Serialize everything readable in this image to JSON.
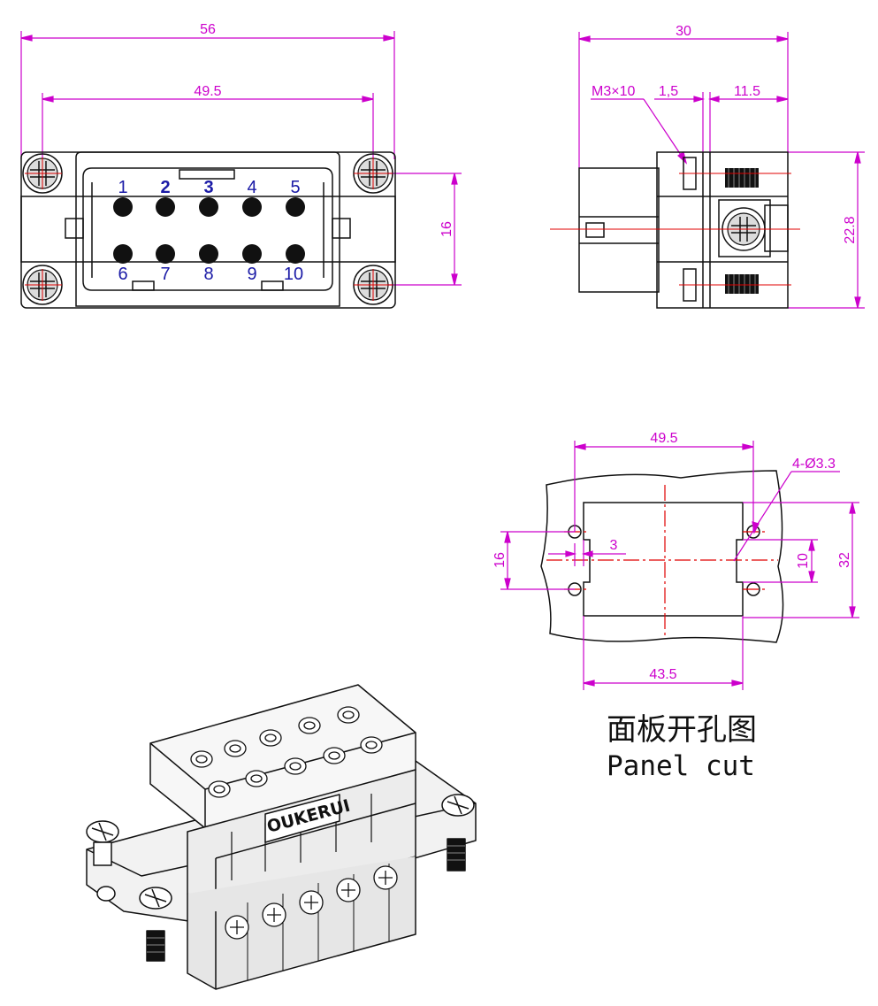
{
  "front_view": {
    "dims": {
      "overall_width": "56",
      "screw_spacing": "49.5",
      "screw_vertical": "16"
    },
    "pins": [
      "1",
      "2",
      "3",
      "4",
      "5",
      "6",
      "7",
      "8",
      "9",
      "10"
    ]
  },
  "side_view": {
    "dims": {
      "depth": "30",
      "screw": "M3×10",
      "gap": "1,5",
      "offset": "11.5",
      "height": "22.8"
    }
  },
  "panel_cut": {
    "dims": {
      "hole_spacing": "49.5",
      "holes": "4-Ø3.3",
      "offset_3": "3",
      "vertical_16": "16",
      "inner_10": "10",
      "height_32": "32",
      "opening_width": "43.5"
    },
    "caption_cn": "面板开孔图",
    "caption_en": "Panel cut"
  },
  "product": {
    "brand": "OUKERUI"
  },
  "colors": {
    "dimension": "#cc00cc",
    "center_line": "#e00000",
    "pin_label": "#1a1aa6",
    "outline": "#111111"
  }
}
